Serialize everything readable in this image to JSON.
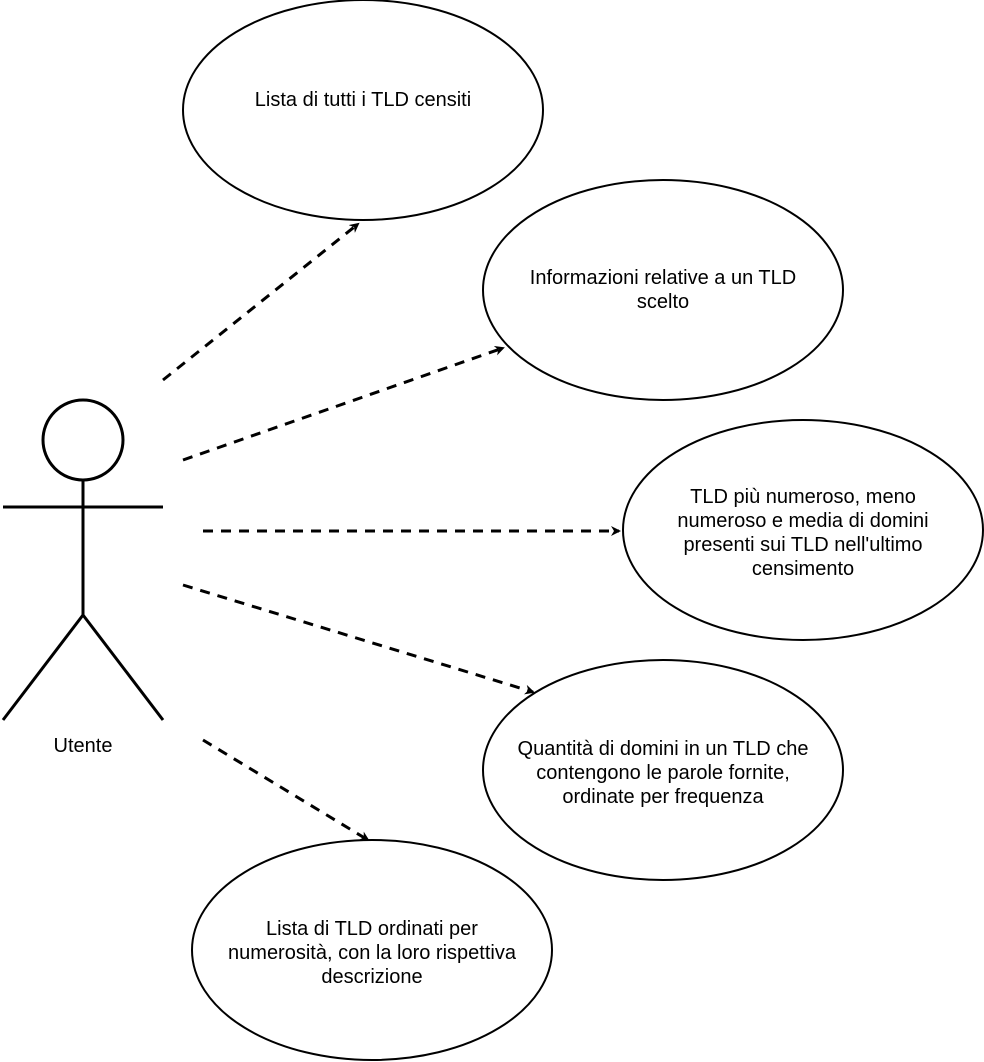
{
  "actor": {
    "label": "Utente"
  },
  "use_cases": [
    {
      "id": "uc1",
      "text": "Lista di tutti i TLD censiti"
    },
    {
      "id": "uc2",
      "text": "Informazioni relative a un TLD\nscelto"
    },
    {
      "id": "uc3",
      "text": "TLD più numeroso, meno\nnumeroso e media di domini\npresenti sui TLD nell'ultimo\ncensimento"
    },
    {
      "id": "uc4",
      "text": "Quantità di domini in un TLD che\ncontengono le parole fornite,\nordinate per frequenza"
    },
    {
      "id": "uc5",
      "text": "Lista di TLD ordinati per\nnumerosità, con la loro rispettiva\ndescrizione"
    }
  ],
  "style": {
    "stroke": "#000000",
    "background": "#ffffff"
  }
}
